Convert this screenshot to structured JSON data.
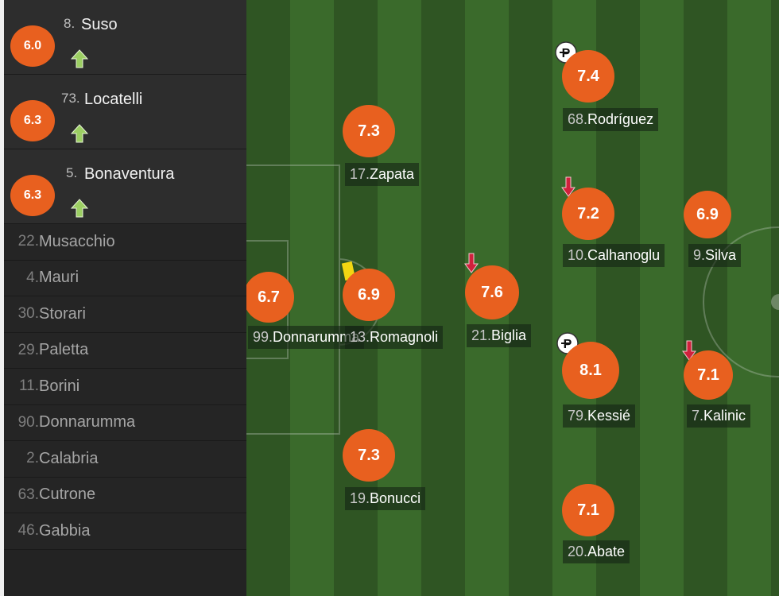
{
  "substitutes_in": [
    {
      "number": "8.",
      "name": "Suso",
      "rating": "6.0"
    },
    {
      "number": "73.",
      "name": "Locatelli",
      "rating": "6.3"
    },
    {
      "number": "5.",
      "name": "Bonaventura",
      "rating": "6.3"
    }
  ],
  "bench": [
    {
      "number": "22.",
      "name": "Musacchio"
    },
    {
      "number": "4.",
      "name": "Mauri"
    },
    {
      "number": "30.",
      "name": "Storari"
    },
    {
      "number": "29.",
      "name": "Paletta"
    },
    {
      "number": "11.",
      "name": "Borini"
    },
    {
      "number": "90.",
      "name": "Donnarumma"
    },
    {
      "number": "2.",
      "name": "Calabria"
    },
    {
      "number": "63.",
      "name": "Cutrone"
    },
    {
      "number": "46.",
      "name": "Gabbia"
    }
  ],
  "lineup": [
    {
      "id": "donnarumma",
      "number": "99.",
      "name": "Donnarumma",
      "rating": "6.7"
    },
    {
      "id": "zapata",
      "number": "17.",
      "name": "Zapata",
      "rating": "7.3"
    },
    {
      "id": "romagnoli",
      "number": "13.",
      "name": "Romagnoli",
      "rating": "6.9",
      "yellow_card": true
    },
    {
      "id": "bonucci",
      "number": "19.",
      "name": "Bonucci",
      "rating": "7.3"
    },
    {
      "id": "biglia",
      "number": "21.",
      "name": "Biglia",
      "rating": "7.6",
      "subbed_off": true
    },
    {
      "id": "rodriguez",
      "number": "68.",
      "name": "Rodríguez",
      "rating": "7.4",
      "icon": "man-of-the-match-icon"
    },
    {
      "id": "calhanoglu",
      "number": "10.",
      "name": "Calhanoglu",
      "rating": "7.2",
      "subbed_off": true
    },
    {
      "id": "kessie",
      "number": "79.",
      "name": "Kessié",
      "rating": "8.1",
      "icon": "man-of-the-match-icon"
    },
    {
      "id": "abate",
      "number": "20.",
      "name": "Abate",
      "rating": "7.1"
    },
    {
      "id": "silva",
      "number": "9.",
      "name": "Silva",
      "rating": "6.9"
    },
    {
      "id": "kalinic",
      "number": "7.",
      "name": "Kalinic",
      "rating": "7.1",
      "subbed_off": true
    }
  ],
  "colors": {
    "rating_badge": "#e8601f",
    "sub_in_arrow": "#9ccf63",
    "sub_out_arrow": "#d0213c",
    "yellow_card": "#f2d612"
  }
}
